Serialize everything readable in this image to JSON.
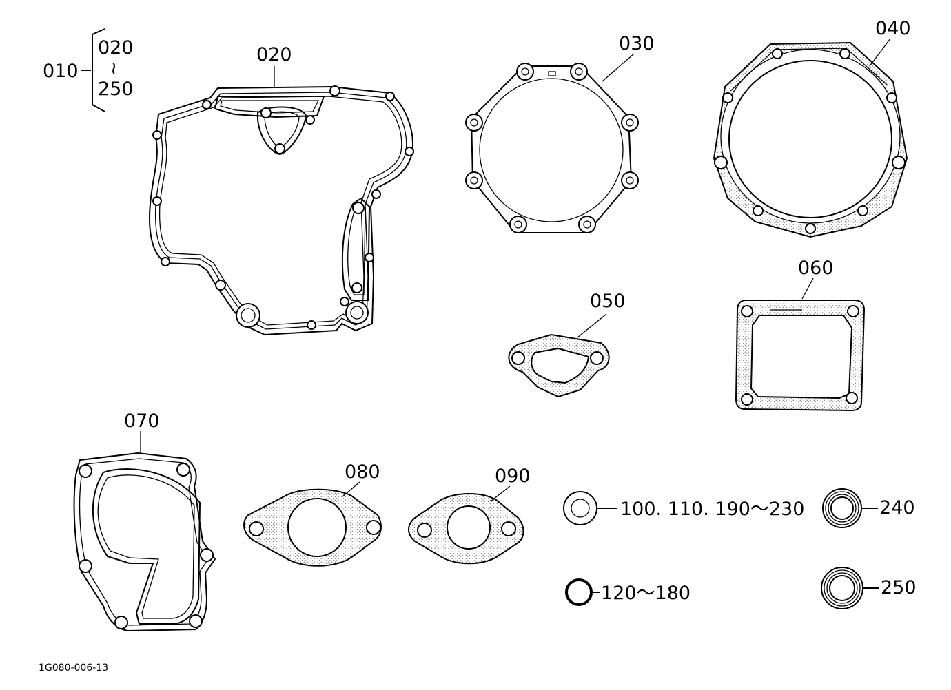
{
  "callouts": {
    "set_label": "010",
    "range_top": "020",
    "range_tilde": "≀",
    "range_bottom": "250",
    "p020": "020",
    "p030": "030",
    "p040": "040",
    "p050": "050",
    "p060": "060",
    "p070": "070",
    "p080": "080",
    "p090": "090",
    "p100": "100. 110. 190～230",
    "p120": "120～180",
    "p240": "240",
    "p250": "250"
  },
  "footer": {
    "drawing_code": "1G080-006-13"
  }
}
